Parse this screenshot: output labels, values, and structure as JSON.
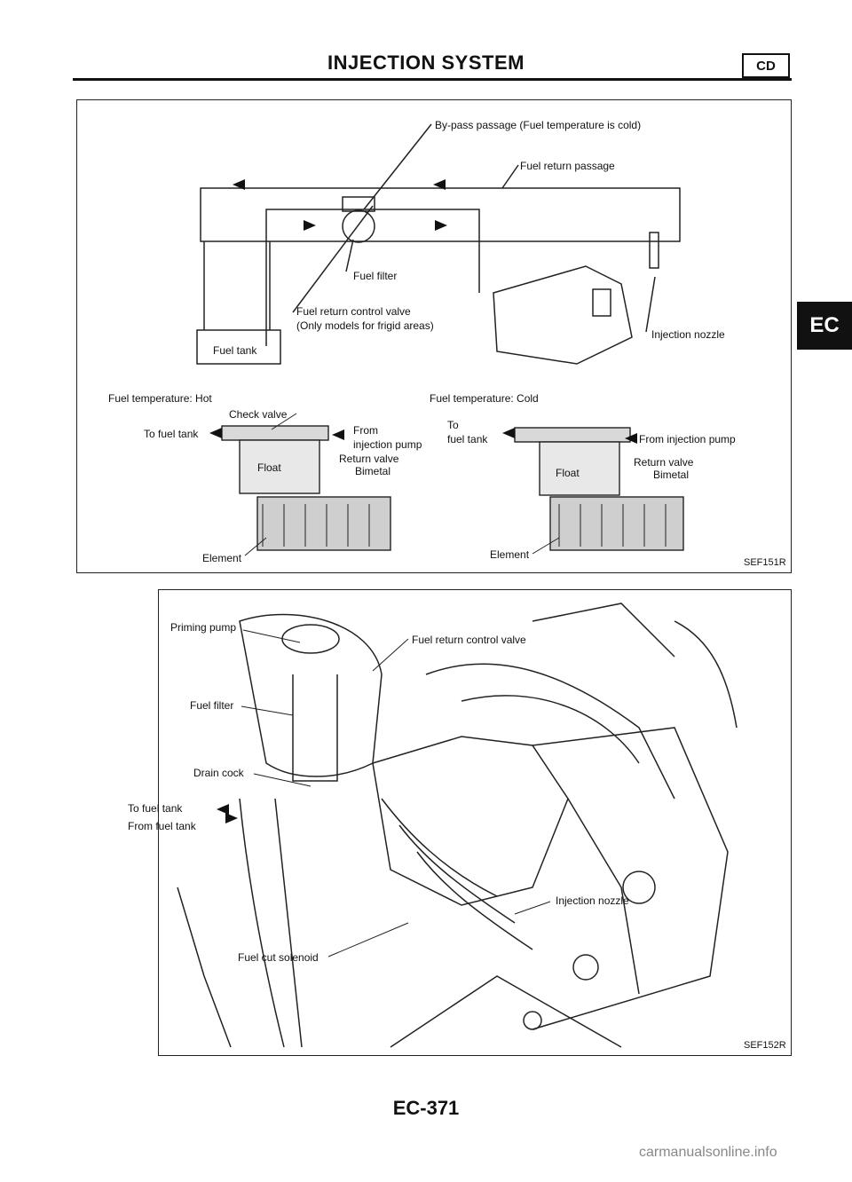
{
  "header": {
    "title": "INJECTION SYSTEM",
    "badge": "CD"
  },
  "side_tab": "EC",
  "figure1": {
    "labels": {
      "bypass": "By-pass passage (Fuel temperature is cold)",
      "return_passage": "Fuel return passage",
      "fuel_filter": "Fuel filter",
      "control_valve_1": "Fuel return control valve",
      "control_valve_2": "(Only models for frigid areas)",
      "injection_nozzle": "Injection nozzle",
      "fuel_tank": "Fuel tank",
      "temp_hot": "Fuel temperature: Hot",
      "temp_cold": "Fuel temperature: Cold",
      "check_valve": "Check valve",
      "to_fuel_tank_hot": "To fuel tank",
      "from_pump_hot_1": "From",
      "from_pump_hot_2": "injection pump",
      "return_valve_hot": "Return valve",
      "bimetal_hot": "Bimetal",
      "float_hot": "Float",
      "element_hot": "Element",
      "to_cold_1": "To",
      "to_cold_2": "fuel tank",
      "from_pump_cold": "From injection pump",
      "return_valve_cold": "Return valve",
      "bimetal_cold": "Bimetal",
      "float_cold": "Float",
      "element_cold": "Element"
    },
    "ref": "SEF151R"
  },
  "figure2": {
    "labels": {
      "priming_pump": "Priming pump",
      "fuel_filter": "Fuel filter",
      "drain_cock": "Drain cock",
      "to_fuel_tank": "To fuel tank",
      "from_fuel_tank": "From fuel tank",
      "control_valve": "Fuel return control valve",
      "injection_nozzle": "Injection nozzle",
      "cut_solenoid": "Fuel cut solenoid"
    },
    "ref": "SEF152R"
  },
  "footer": {
    "page_number": "EC-371",
    "watermark": "carmanualsonline.info"
  }
}
